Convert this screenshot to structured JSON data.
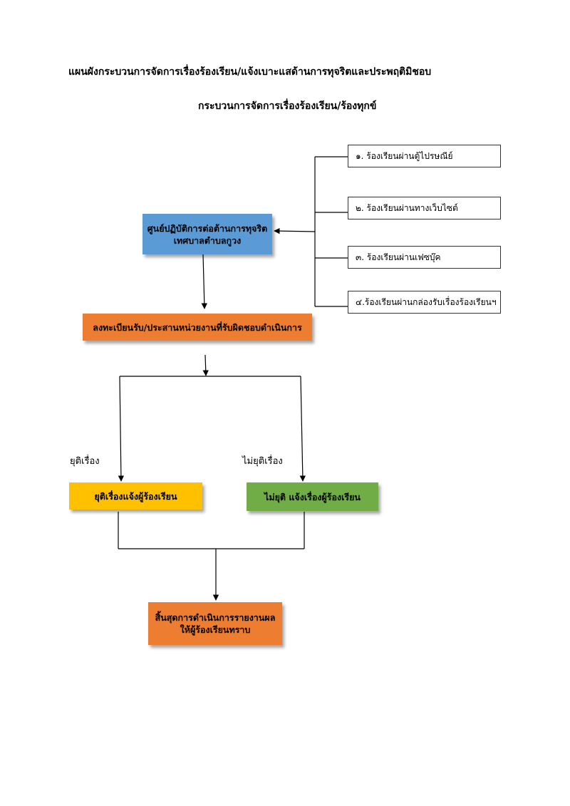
{
  "header": {
    "main_title": "แผนผังกระบวนการจัดการเรื่องร้องเรียน/แจ้งเบาะแสด้านการทุจริตและประพฤติมิชอบ",
    "sub_title": "กระบวนการจัดการเรื่องร้องเรียน/ร้องทุกข์"
  },
  "channels": [
    "๑. ร้องเรียนผ่านตู้ไปรษณีย์",
    "๒. ร้องเรียนผ่านทางเว็บไซต์",
    "๓. ร้องเรียนผ่านเฟซบุ๊ค",
    "๔.ร้องเรียนผ่านกล่องรับเรื่องร้องเรียนฯ"
  ],
  "center": {
    "line1": "ศูนย์ปฏิบัติการต่อต้านการทุจริต",
    "line2": "เทศบาลตำบลกูวง"
  },
  "register": "ลงทะเบียนรับ/ประสานหน่วยงานที่รับผิดชอบดำเนินการ",
  "branches": {
    "left_label": "ยุติเรื่อง",
    "right_label": "ไม่ยุติเรื่อง",
    "left_box": "ยุติเรื่องแจ้งผู้ร้องเรียน",
    "right_box": "ไม่ยุติ แจ้งเรื่องผู้ร้องเรียน"
  },
  "final": {
    "line1": "สิ้นสุดการดำเนินการรายงานผล",
    "line2": "ให้ผู้ร้องเรียนทราบ"
  },
  "colors": {
    "center_fill": "#5B9BD5",
    "register_fill": "#ED7D31",
    "left_fill": "#FFC000",
    "right_fill": "#70AD47",
    "final_fill": "#ED7D31"
  }
}
